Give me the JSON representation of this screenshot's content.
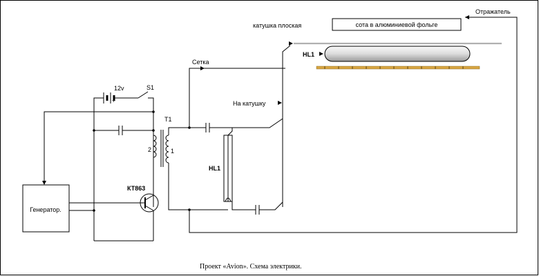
{
  "labels": {
    "reflector": "Отражатель",
    "honeycomb": "сота  в  алюминиевой  фольге",
    "flat_coil": "катушка плоская",
    "lamp_top": "HL1",
    "grid": "Сетка",
    "to_coil": "На  катушку",
    "voltage": "12v",
    "plus": "+",
    "switch": "S1",
    "transformer": "T1",
    "winding_2": "2",
    "winding_1": "1",
    "lamp_mid": "HL1",
    "transistor": "КТ863",
    "generator": "Генератор.",
    "caption": "Проект  «Avion».    Схема  электрики."
  },
  "colors": {
    "line": "#000000",
    "strip": "#d8a642",
    "lamp_fill": "#e4e4e4"
  }
}
